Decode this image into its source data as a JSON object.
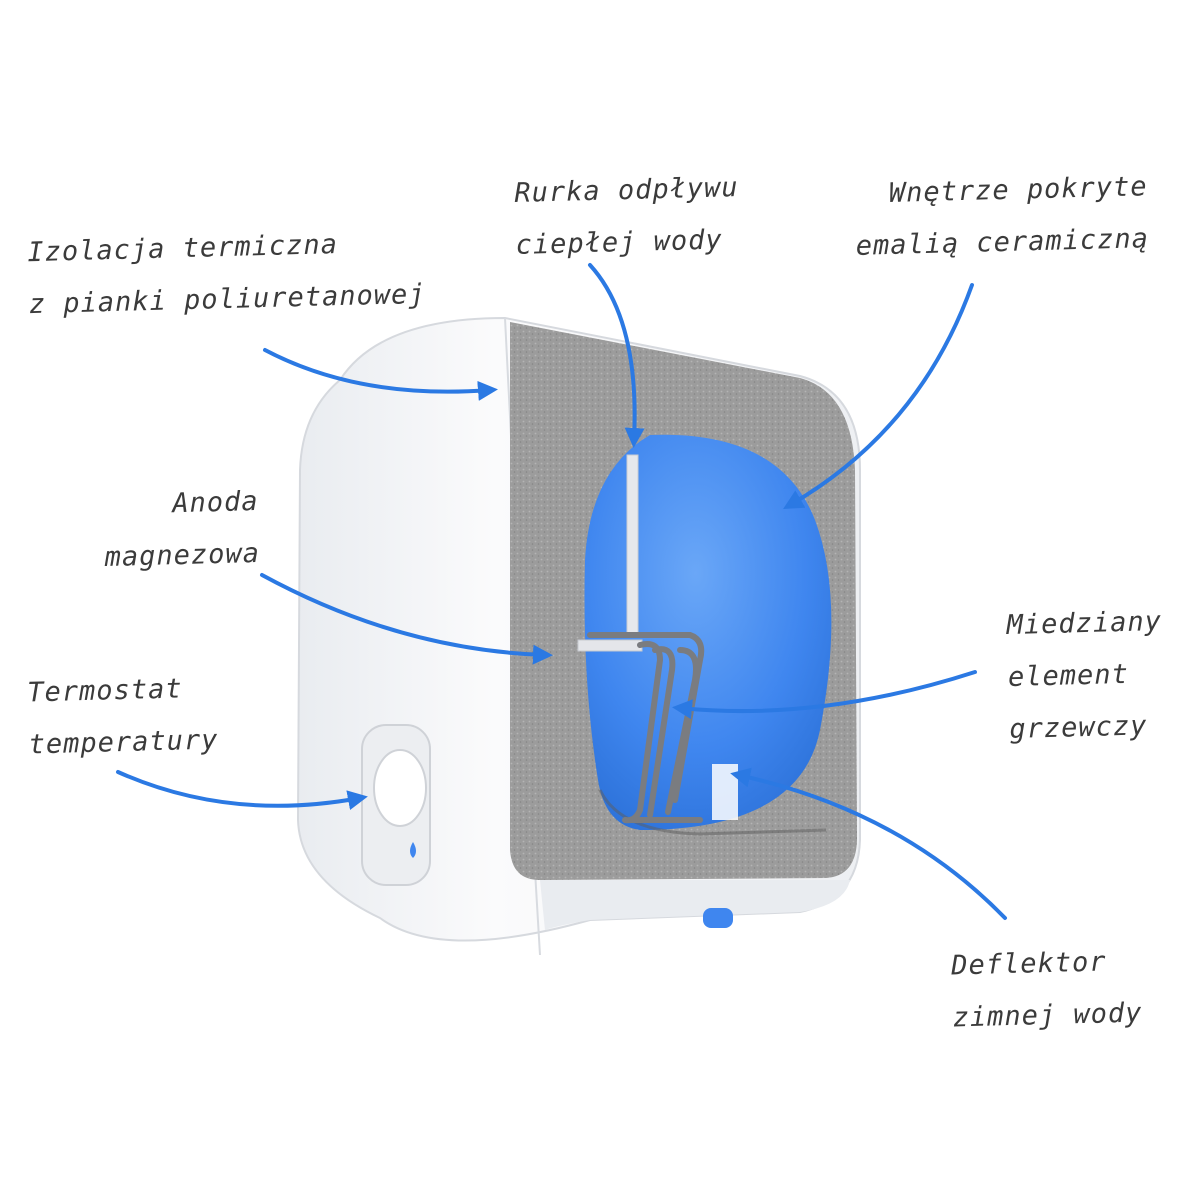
{
  "labels": {
    "insulation": [
      "Izolacja termiczna",
      "z pianki poliuretanowej"
    ],
    "hot_water_pipe": [
      "Rurka odpływu",
      "ciepłej wody"
    ],
    "enamel": [
      "Wnętrze pokryte",
      "emalią ceramiczną"
    ],
    "anode": [
      "Anoda",
      "magnezowa"
    ],
    "heater": [
      "Miedziany",
      "element",
      "grzewczy"
    ],
    "thermostat": [
      "Termostat",
      "temperatury"
    ],
    "deflector": [
      "Deflektor",
      "zimnej wody"
    ]
  },
  "colors": {
    "arrow": "#2b79e3",
    "tank": "#3f86ef",
    "foam": "#9a9a9a",
    "shell": "#f4f5f7",
    "text": "#3b3b3b"
  }
}
